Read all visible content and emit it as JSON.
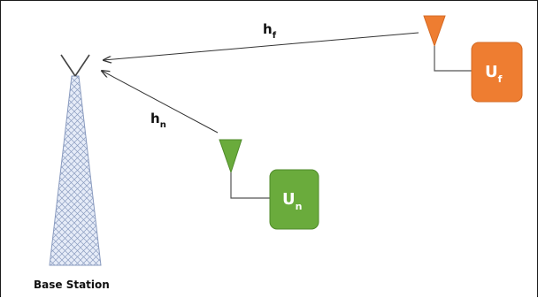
{
  "diagram": {
    "base_station_label": "Base Station",
    "channel_far": {
      "main": "h",
      "sub": "f"
    },
    "channel_near": {
      "main": "h",
      "sub": "n"
    },
    "user_far": {
      "main": "U",
      "sub": "f"
    },
    "user_near": {
      "main": "U",
      "sub": "n"
    }
  },
  "colors": {
    "far_user": "#ee7d31",
    "far_user_border": "#d46a24",
    "near_user": "#6aab3c",
    "near_user_border": "#4f8a2a",
    "tower_fill": "#cfd9ee",
    "tower_lines": "#7f8fb0",
    "arrow": "#333333",
    "border": "#1a1a1a"
  },
  "icons": [
    "cell-tower-icon",
    "antenna-icon"
  ]
}
